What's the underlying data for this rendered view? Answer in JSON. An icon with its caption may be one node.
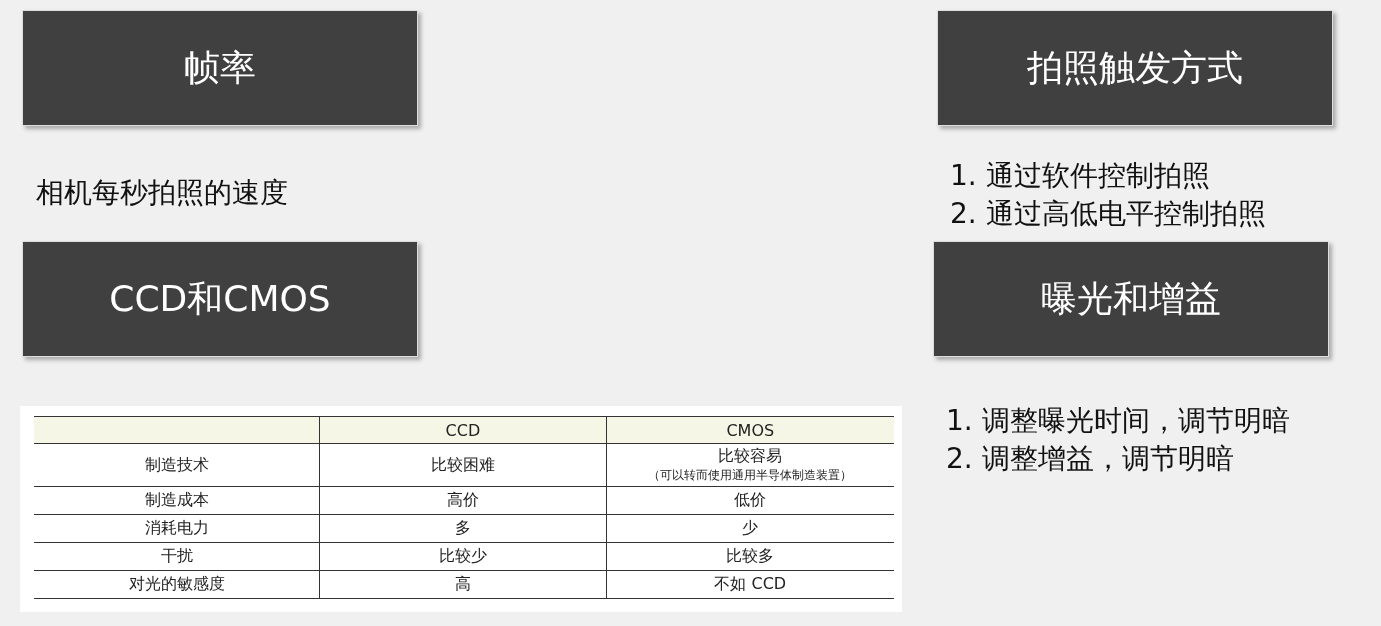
{
  "diagram": {
    "nodes": [
      {
        "text": [
          "帧率"
        ]
      },
      {
        "text": [
          "拍照触发方式"
        ]
      },
      {
        "text": [
          "CCD和CMOS"
        ]
      },
      {
        "text": [
          "曝光和增益"
        ]
      }
    ],
    "labels": [
      "相机每秒拍照的速度",
      "1. 通过软件控制拍照",
      "2. 通过高低电平控制拍照",
      "1. 调整曝光时间，调节明暗",
      "2. 调整增益，调节明暗",
      "CCD",
      "CMOS",
      "制造技术",
      "比较困难",
      "比较容易",
      "（可以转而使用通用半导体制造装置）",
      "制造成本",
      "高价",
      "低价",
      "消耗电力",
      "多",
      "少",
      "干扰",
      "比较少",
      "比较多",
      "对光的敏感度",
      "高",
      "不如 CCD"
    ]
  }
}
